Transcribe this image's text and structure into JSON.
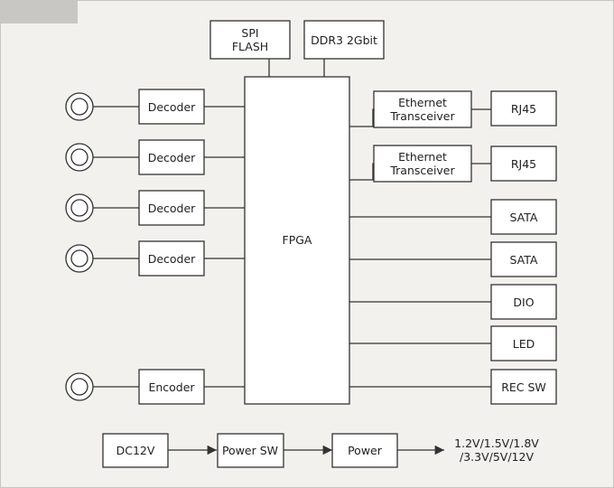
{
  "blocks": {
    "spi_flash": [
      "SPI",
      "FLASH"
    ],
    "ddr3": "DDR3 2Gbit",
    "fpga": "FPGA",
    "decoder": "Decoder",
    "encoder": "Encoder",
    "eth_transceiver": [
      "Ethernet",
      "Transceiver"
    ],
    "rj45": "RJ45",
    "sata": "SATA",
    "dio": "DIO",
    "led": "LED",
    "rec_sw": "REC SW",
    "dc12v": "DC12V",
    "power_sw": "Power SW",
    "power": "Power",
    "power_outputs": [
      "1.2V/1.5V/1.8V",
      "/3.3V/5V/12V"
    ]
  },
  "colors": {
    "background": "#f3f1ee",
    "block_fill": "#ffffff",
    "line": "#333333",
    "corner_tab": "#c9c7c4"
  }
}
